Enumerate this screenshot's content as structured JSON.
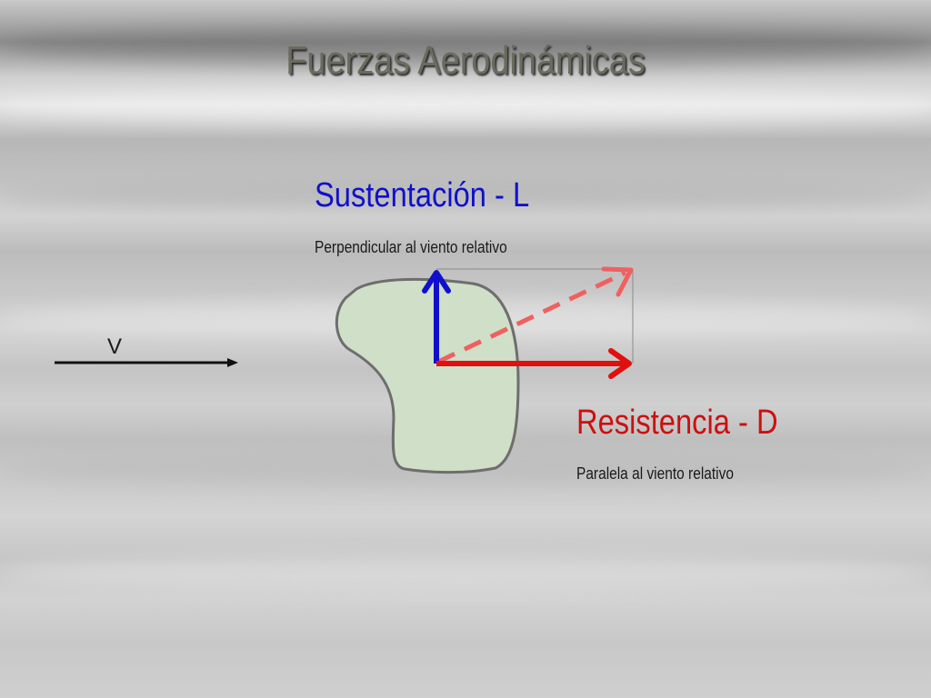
{
  "slide": {
    "title": "Fuerzas Aerodinámicas"
  },
  "lift": {
    "label": "Sustentación - L",
    "description": "Perpendicular al viento relativo",
    "color": "#1010cc"
  },
  "drag": {
    "label": "Resistencia - D",
    "description": "Paralela al viento relativo",
    "color": "#e01010"
  },
  "velocity": {
    "label": "V"
  },
  "resultant": {
    "color": "#f06060"
  },
  "body_shape": {
    "fill": "#cfdfc8",
    "stroke": "#6e6e6e"
  }
}
